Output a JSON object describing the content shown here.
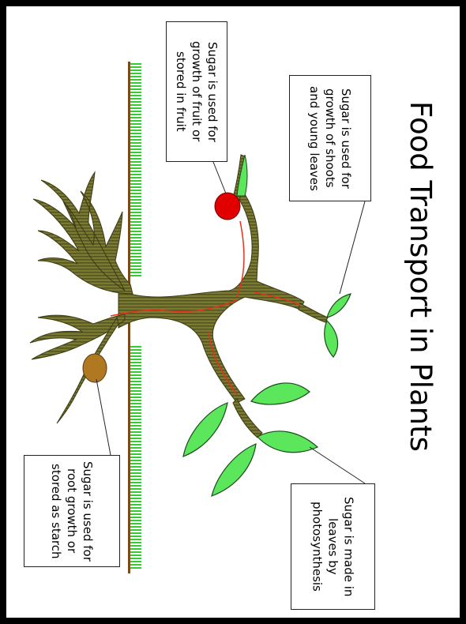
{
  "title": "Food Transport in Plants",
  "labels": {
    "fruit": "Sugar is used for growth of fruit or stored in fruit",
    "shoots": "Sugar is used for growth of shoots and young leaves",
    "leaves": "Sugar is made in leaves by photosynthesis",
    "root": "Sugar is used for root growth or stored as starch"
  },
  "colors": {
    "stem": "#6b6b2a",
    "stem_stripe": "#5a5a22",
    "leaf": "#5ce65c",
    "grass": "#33cc33",
    "soil": "#7a4a1a",
    "fruit": "#e00000",
    "tuber": "#b07820",
    "arrow": "#e8301a"
  }
}
